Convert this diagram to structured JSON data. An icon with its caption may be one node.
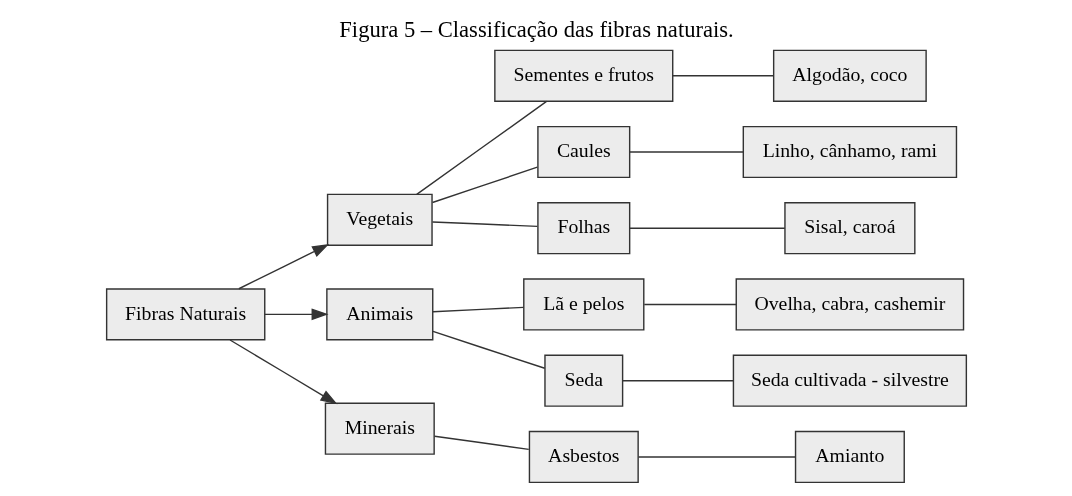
{
  "diagram": {
    "title": "Figura 5 – Classificação das fibras naturais.",
    "nodes": [
      {
        "text": [
          "Fibras Naturais"
        ]
      },
      {
        "text": [
          "Vegetais"
        ]
      },
      {
        "text": [
          "Sementes e frutos"
        ]
      },
      {
        "text": [
          "Algodão, coco"
        ]
      },
      {
        "text": [
          "Caules"
        ]
      },
      {
        "text": [
          "Linho, cânhamo, rami"
        ]
      },
      {
        "text": [
          "Folhas"
        ]
      },
      {
        "text": [
          "Sisal, caroá"
        ]
      },
      {
        "text": [
          "Animais"
        ]
      },
      {
        "text": [
          "Lã e pelos"
        ]
      },
      {
        "text": [
          "Ovelha, cabra, cashemir"
        ]
      },
      {
        "text": [
          "Seda"
        ]
      },
      {
        "text": [
          "Seda cultivada - silvestre"
        ]
      },
      {
        "text": [
          "Minerais"
        ]
      },
      {
        "text": [
          "Asbestos"
        ]
      },
      {
        "text": [
          "Amianto"
        ]
      }
    ],
    "edges": [
      {
        "from": 0,
        "to": 1,
        "arrow": "to"
      },
      {
        "from": 0,
        "to": 8,
        "arrow": "to"
      },
      {
        "from": 0,
        "to": 13,
        "arrow": "to"
      },
      {
        "from": 1,
        "to": 2,
        "arrow": "none"
      },
      {
        "from": 1,
        "to": 4,
        "arrow": "none"
      },
      {
        "from": 1,
        "to": 6,
        "arrow": "none"
      },
      {
        "from": 2,
        "to": 3,
        "arrow": "none"
      },
      {
        "from": 4,
        "to": 5,
        "arrow": "none"
      },
      {
        "from": 6,
        "to": 7,
        "arrow": "none"
      },
      {
        "from": 8,
        "to": 9,
        "arrow": "none"
      },
      {
        "from": 8,
        "to": 11,
        "arrow": "none"
      },
      {
        "from": 9,
        "to": 10,
        "arrow": "none"
      },
      {
        "from": 11,
        "to": 12,
        "arrow": "none"
      },
      {
        "from": 13,
        "to": 14,
        "arrow": "none"
      },
      {
        "from": 14,
        "to": 15,
        "arrow": "none"
      }
    ]
  }
}
